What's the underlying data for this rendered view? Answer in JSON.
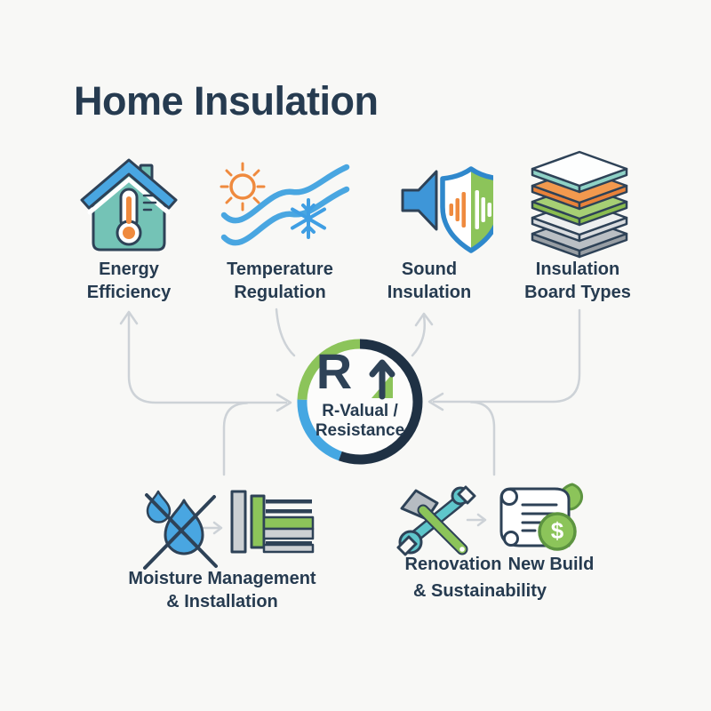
{
  "title": "Home Insulation",
  "center": {
    "letter": "R",
    "label_line1": "R-Valual /",
    "label_line2": "Resistance",
    "ring_segments": [
      "dark-navy",
      "sky-blue",
      "green"
    ]
  },
  "top_row": [
    {
      "id": "energy",
      "icon": "house-thermometer-icon",
      "label_line1": "Energy",
      "label_line2": "Efficiency"
    },
    {
      "id": "temperature",
      "icon": "sun-waves-snowflake-icon",
      "label_line1": "Temperature",
      "label_line2": "Regulation"
    },
    {
      "id": "sound",
      "icon": "speaker-shield-icon",
      "label_line1": "Sound",
      "label_line2": "Insulation"
    },
    {
      "id": "boards",
      "icon": "board-stack-icon",
      "label_line1": "Insulation",
      "label_line2": "Board Types"
    }
  ],
  "bottom_row": {
    "moisture": {
      "icon": "water-drops-crossed-icon",
      "secondary_icon": "wall-assembly-icon",
      "label_line1": "Moisture Management",
      "label_line2": "& Installation"
    },
    "renovation": {
      "icon": "hammer-wrench-icon",
      "label": "Renovation",
      "label_line2": "& Sustainability"
    },
    "new_build": {
      "icon": "scroll-leaf-coin-icon",
      "label": "New Build",
      "coin_symbol": "$"
    }
  },
  "colors": {
    "bg": "#f8f8f6",
    "ink": "#2e4257",
    "text": "#263b50",
    "ringdark": "#1f3144",
    "blue": "#49a6e1",
    "bluedeep": "#3e96d8",
    "teal": "#74c3b6",
    "tealbright": "#5fc6cb",
    "green": "#8cc45a",
    "greendark": "#5d9440",
    "orange": "#ef8a3e",
    "gray": "#b6bcc2",
    "graylight": "#ccd0d3",
    "line": "#cdd2d7"
  }
}
